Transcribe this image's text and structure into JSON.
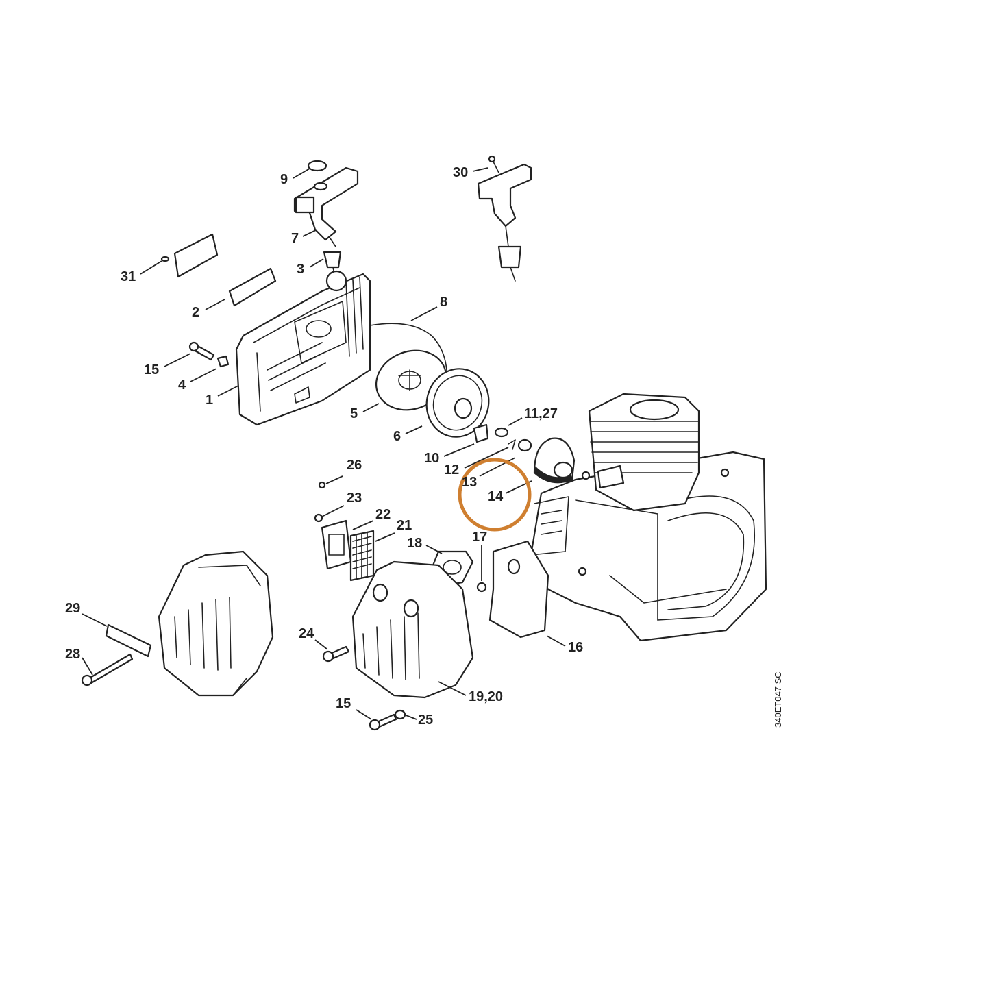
{
  "diagram": {
    "reference_code": "340ET047 SC",
    "highlight_color": "#cf7f30",
    "highlighted_label": "14",
    "callouts": [
      {
        "id": "9",
        "text": "9"
      },
      {
        "id": "30",
        "text": "30"
      },
      {
        "id": "7",
        "text": "7"
      },
      {
        "id": "31",
        "text": "31"
      },
      {
        "id": "3",
        "text": "3"
      },
      {
        "id": "2",
        "text": "2"
      },
      {
        "id": "8",
        "text": "8"
      },
      {
        "id": "15a",
        "text": "15"
      },
      {
        "id": "4",
        "text": "4"
      },
      {
        "id": "1",
        "text": "1"
      },
      {
        "id": "5",
        "text": "5"
      },
      {
        "id": "6",
        "text": "6"
      },
      {
        "id": "11_27",
        "text": "11,27"
      },
      {
        "id": "10",
        "text": "10"
      },
      {
        "id": "12",
        "text": "12"
      },
      {
        "id": "13",
        "text": "13"
      },
      {
        "id": "14",
        "text": "14"
      },
      {
        "id": "26",
        "text": "26"
      },
      {
        "id": "23",
        "text": "23"
      },
      {
        "id": "22",
        "text": "22"
      },
      {
        "id": "21",
        "text": "21"
      },
      {
        "id": "17",
        "text": "17"
      },
      {
        "id": "18",
        "text": "18"
      },
      {
        "id": "29",
        "text": "29"
      },
      {
        "id": "28",
        "text": "28"
      },
      {
        "id": "24",
        "text": "24"
      },
      {
        "id": "16",
        "text": "16"
      },
      {
        "id": "19_20",
        "text": "19,20"
      },
      {
        "id": "15b",
        "text": "15"
      },
      {
        "id": "25",
        "text": "25"
      }
    ]
  }
}
